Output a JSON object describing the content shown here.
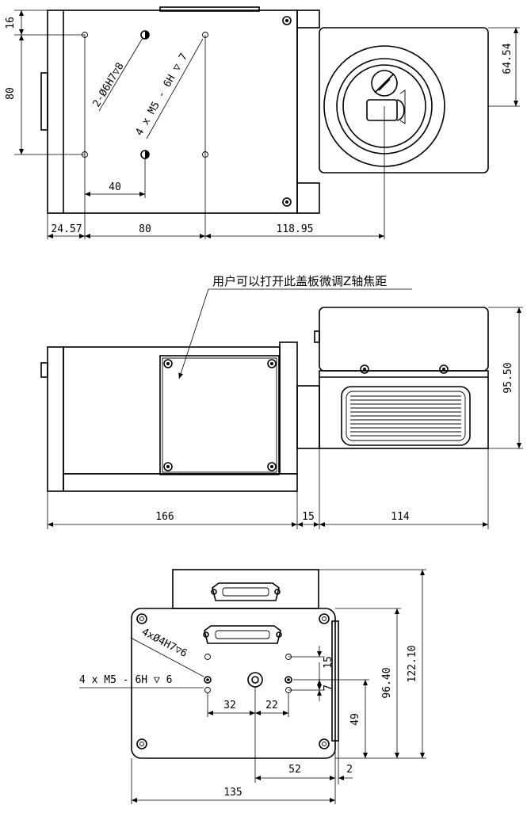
{
  "top_view": {
    "dims": {
      "d16": "16",
      "d80_vertical": "80",
      "d40": "40",
      "d24_57": "24.57",
      "d80_horizontal": "80",
      "d118_95": "118.95",
      "d64_54": "64.54"
    },
    "callouts": {
      "pin_holes": "2-Ø6H7▽8",
      "thread_holes": "4 x M5 - 6H ▽ 7"
    }
  },
  "side_view": {
    "note": "用户可以打开此盖板微调Z轴焦距",
    "dims": {
      "d166": "166",
      "d15": "15",
      "d114": "114",
      "d95_50": "95.50"
    }
  },
  "rear_view": {
    "callouts": {
      "pin_holes": "4xØ4H7▽6",
      "thread_holes": "4 x M5 - 6H ▽ 6"
    },
    "dims": {
      "d15": "15",
      "d7": "7",
      "d32": "32",
      "d22": "22",
      "d49": "49",
      "d96_40": "96.40",
      "d122_10": "122.10",
      "d52": "52",
      "d2": "2",
      "d135": "135"
    }
  }
}
